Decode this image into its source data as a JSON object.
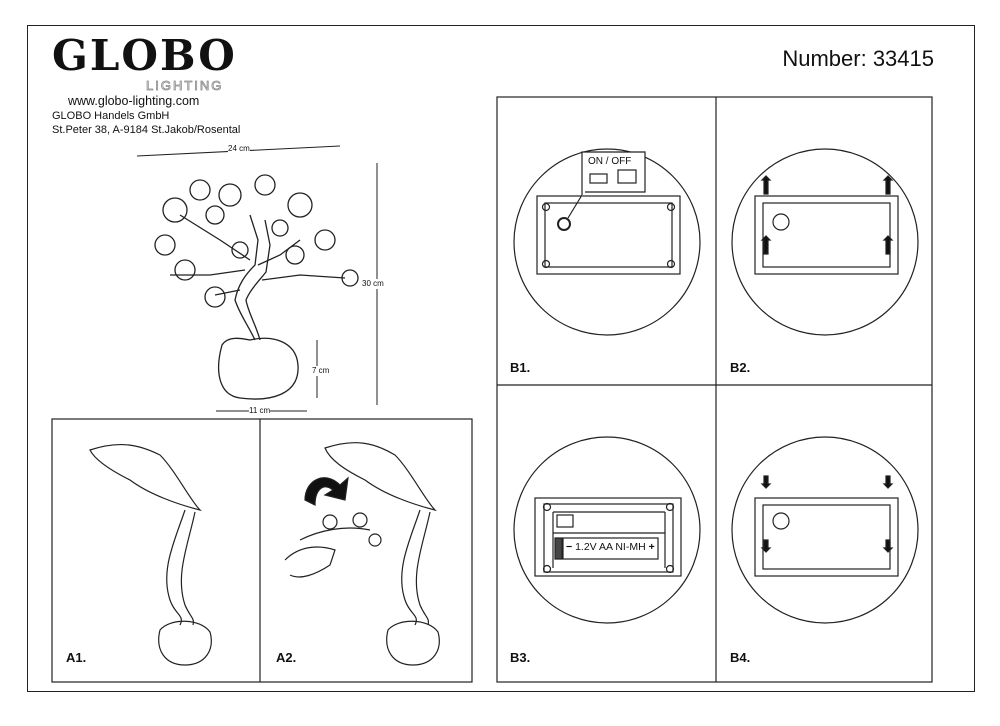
{
  "header": {
    "brand": "GLOBO",
    "sub_brand": "LIGHTING",
    "website": "www.globo-lighting.com",
    "company": "GLOBO Handels GmbH",
    "address": "St.Peter 38, A-9184 St.Jakob/Rosental",
    "number_label": "Number: 33415"
  },
  "dimensions": {
    "width": "24 cm",
    "height": "30 cm",
    "base_height": "7 cm",
    "base_width": "11 cm"
  },
  "steps": {
    "a1": "A1.",
    "a2": "A2.",
    "b1": "B1.",
    "b2": "B2.",
    "b3": "B3.",
    "b4": "B4."
  },
  "switch_label": "ON / OFF",
  "battery_label": "1.2V AA NI-MH",
  "battery_minus": "−",
  "battery_plus": "+"
}
